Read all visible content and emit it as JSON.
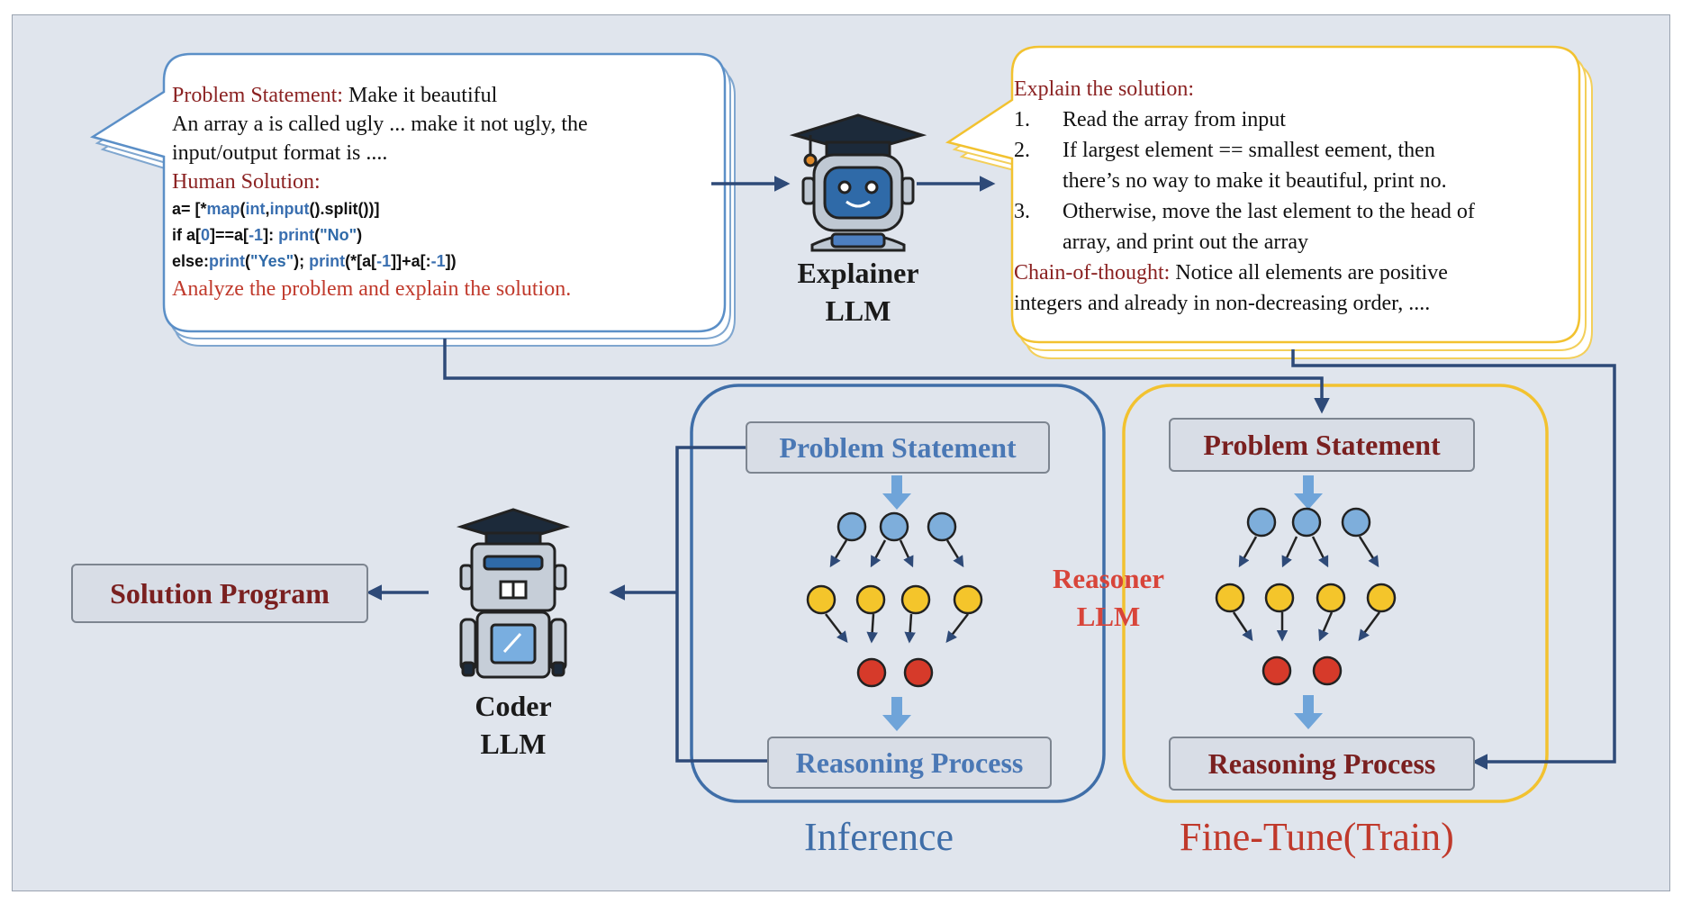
{
  "left_bubble": {
    "problem_label": "Problem Statement:",
    "problem_text": " Make it beautiful",
    "problem_lines": [
      "An array a is called ugly ... make it not ugly, the",
      "input/output format is ...."
    ],
    "human_label": "Human Solution:",
    "code": {
      "line1": [
        "a= [*",
        "map",
        "(",
        "int",
        ",",
        "input",
        "().split())]"
      ],
      "line2": [
        "if a[",
        "0",
        "]==a[",
        "-1",
        "]: ",
        "print",
        "(",
        "\"No\"",
        ")"
      ],
      "line3": [
        "else:",
        "print",
        "(",
        "\"Yes\"",
        "); ",
        "print",
        "(*[a[",
        "-1",
        "]]+a[:",
        "-1",
        "])"
      ]
    },
    "instruction": "Analyze the problem and explain the solution."
  },
  "right_bubble": {
    "title": "Explain the solution:",
    "steps": [
      {
        "num": "1.",
        "lines": [
          "Read the array from input"
        ]
      },
      {
        "num": "2.",
        "lines": [
          "If largest element == smallest eement, then",
          "there’s no way to make it beautiful, print no."
        ]
      },
      {
        "num": "3.",
        "lines": [
          "Otherwise, move the last element to the head of",
          "array, and print out the array"
        ]
      }
    ],
    "cot_label": "Chain-of-thought:",
    "cot_text": " Notice all elements are positive",
    "cot_line2": "integers and already in non-decreasing order, ...."
  },
  "explainer": {
    "line1": "Explainer",
    "line2": "LLM"
  },
  "coder": {
    "line1": "Coder",
    "line2": "LLM"
  },
  "reasoner": {
    "line1": "Reasoner",
    "line2": "LLM"
  },
  "inference": {
    "title": "Inference",
    "problem": "Problem Statement",
    "reasoning": "Reasoning Process"
  },
  "finetune": {
    "title": "Fine-Tune(Train)",
    "problem": "Problem Statement",
    "reasoning": "Reasoning Process"
  },
  "solution_program": "Solution Program",
  "colors": {
    "panel": "#e0e5ed",
    "blue_frame": "#3f6ea8",
    "yellow_frame": "#f2c230",
    "arrow": "#2e4a78",
    "node_blue": "#7eaedb",
    "node_yellow": "#f4c52b",
    "node_red": "#d63a2a",
    "dark_red_text": "#7a2020",
    "red_text": "#c0392b"
  }
}
